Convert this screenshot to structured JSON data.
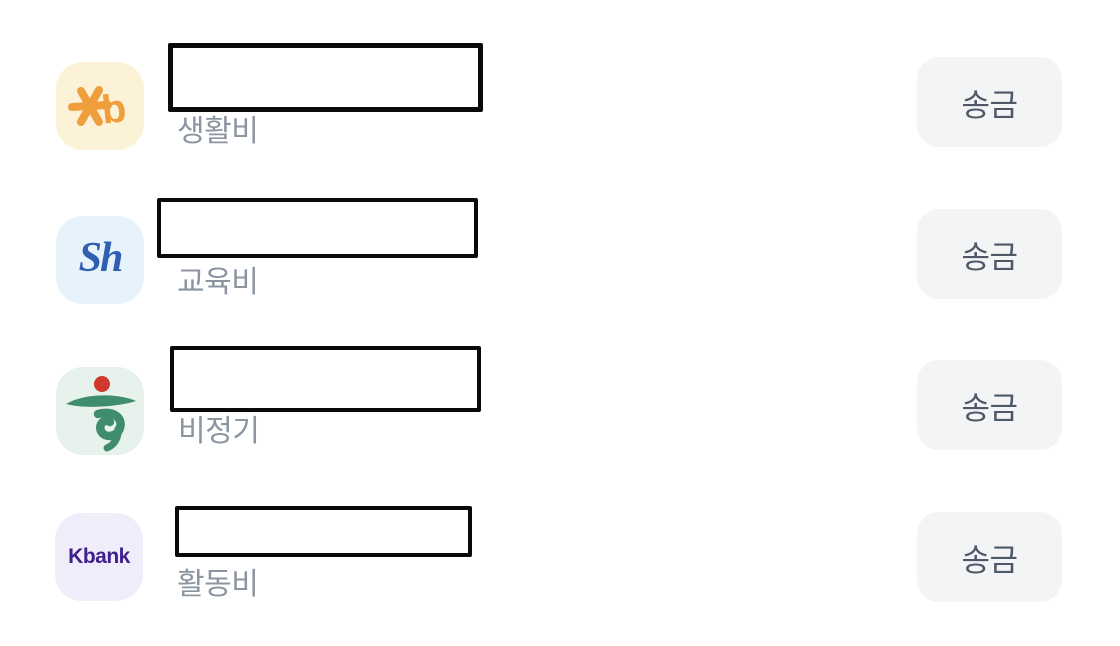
{
  "accounts": [
    {
      "label": "생활비",
      "transfer_label": "송금",
      "redacted": true,
      "icon": {
        "name": "kb-bank-icon",
        "bg": "#FCF2D7",
        "fg": "#EE9F3C",
        "text": "b"
      }
    },
    {
      "label": "교육비",
      "transfer_label": "송금",
      "redacted": true,
      "icon": {
        "name": "sh-suhyup-bank-icon",
        "bg": "#E7F3FB",
        "fg": "#2E5FB0",
        "text": "Sh"
      }
    },
    {
      "label": "비정기",
      "transfer_label": "송금",
      "redacted": true,
      "icon": {
        "name": "green-coop-bank-icon",
        "bg": "#E8F2EC",
        "fg": "#3F8D6D",
        "accent": "#D0392D",
        "text": ""
      }
    },
    {
      "label": "활동비",
      "transfer_label": "송금",
      "redacted": true,
      "icon": {
        "name": "kbank-icon",
        "bg": "#F0EDFB",
        "fg": "#40208C",
        "text": "Kbank"
      }
    }
  ],
  "colors": {
    "background": "#FFFFFF",
    "label_text": "#8B95A1",
    "button_bg": "#F2F4F6",
    "button_text": "#4E5968",
    "redaction_border": "#0A0A0A"
  }
}
